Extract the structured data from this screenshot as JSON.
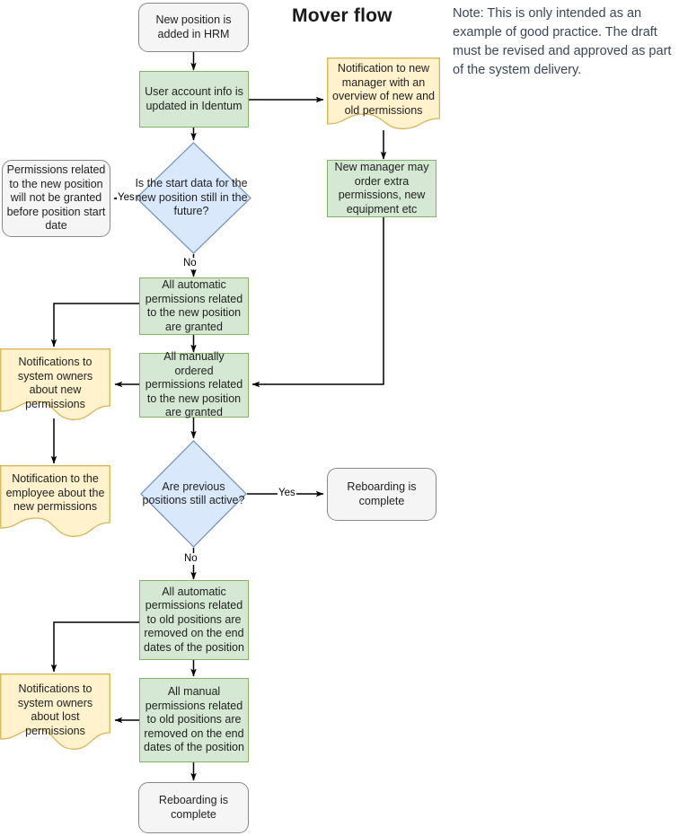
{
  "title": "Mover flow",
  "note": "Note: This is only intended as an example of good practice. The draft must be revised and approved as part of the system delivery.",
  "colors": {
    "process_fill": "#d5e8d4",
    "process_stroke": "#82b366",
    "decision_fill": "#dae8fc",
    "decision_stroke": "#6c8ebf",
    "document_fill": "#fff2cc",
    "document_stroke": "#d6b656",
    "terminator_fill": "#f5f5f5",
    "terminator_stroke": "#888888",
    "edge": "#000000",
    "note_text": "#3b4758"
  },
  "nodes": {
    "start_new_position": "New position is added in HRM",
    "user_account_updated": "User account info is updated in Identum",
    "notification_new_manager": "Notification to new manager with an overview of new and old permissions",
    "new_manager_order": "New manager may order extra permissions, new equipment etc",
    "decision_start_date": "Is the start data for the new position still in the future?",
    "permissions_not_granted": "Permissions related to the new position will not be granted before position start date",
    "auto_permissions_new": "All automatic permissions related to the new position are granted",
    "manual_permissions_new": "All manually ordered permissions related to the new position are granted",
    "notify_owners_new": "Notifications to system owners about new permissions",
    "notify_employee_new": "Notification to the employee about the new permissions",
    "decision_previous_positions": "Are previous positions still active?",
    "reboarding_complete_top": "Reboarding is complete",
    "auto_permissions_old": "All automatic permissions related to old positions are removed on the end dates of the position",
    "manual_permissions_old": "All manual permissions related to old positions are removed on the end dates of the position",
    "notify_owners_lost": "Notifications to system owners about lost permissions",
    "reboarding_complete_bottom": "Reboarding is complete"
  },
  "edge_labels": {
    "start_date_yes": "Yes",
    "start_date_no": "No",
    "previous_positions_yes": "Yes",
    "previous_positions_no": "No"
  }
}
